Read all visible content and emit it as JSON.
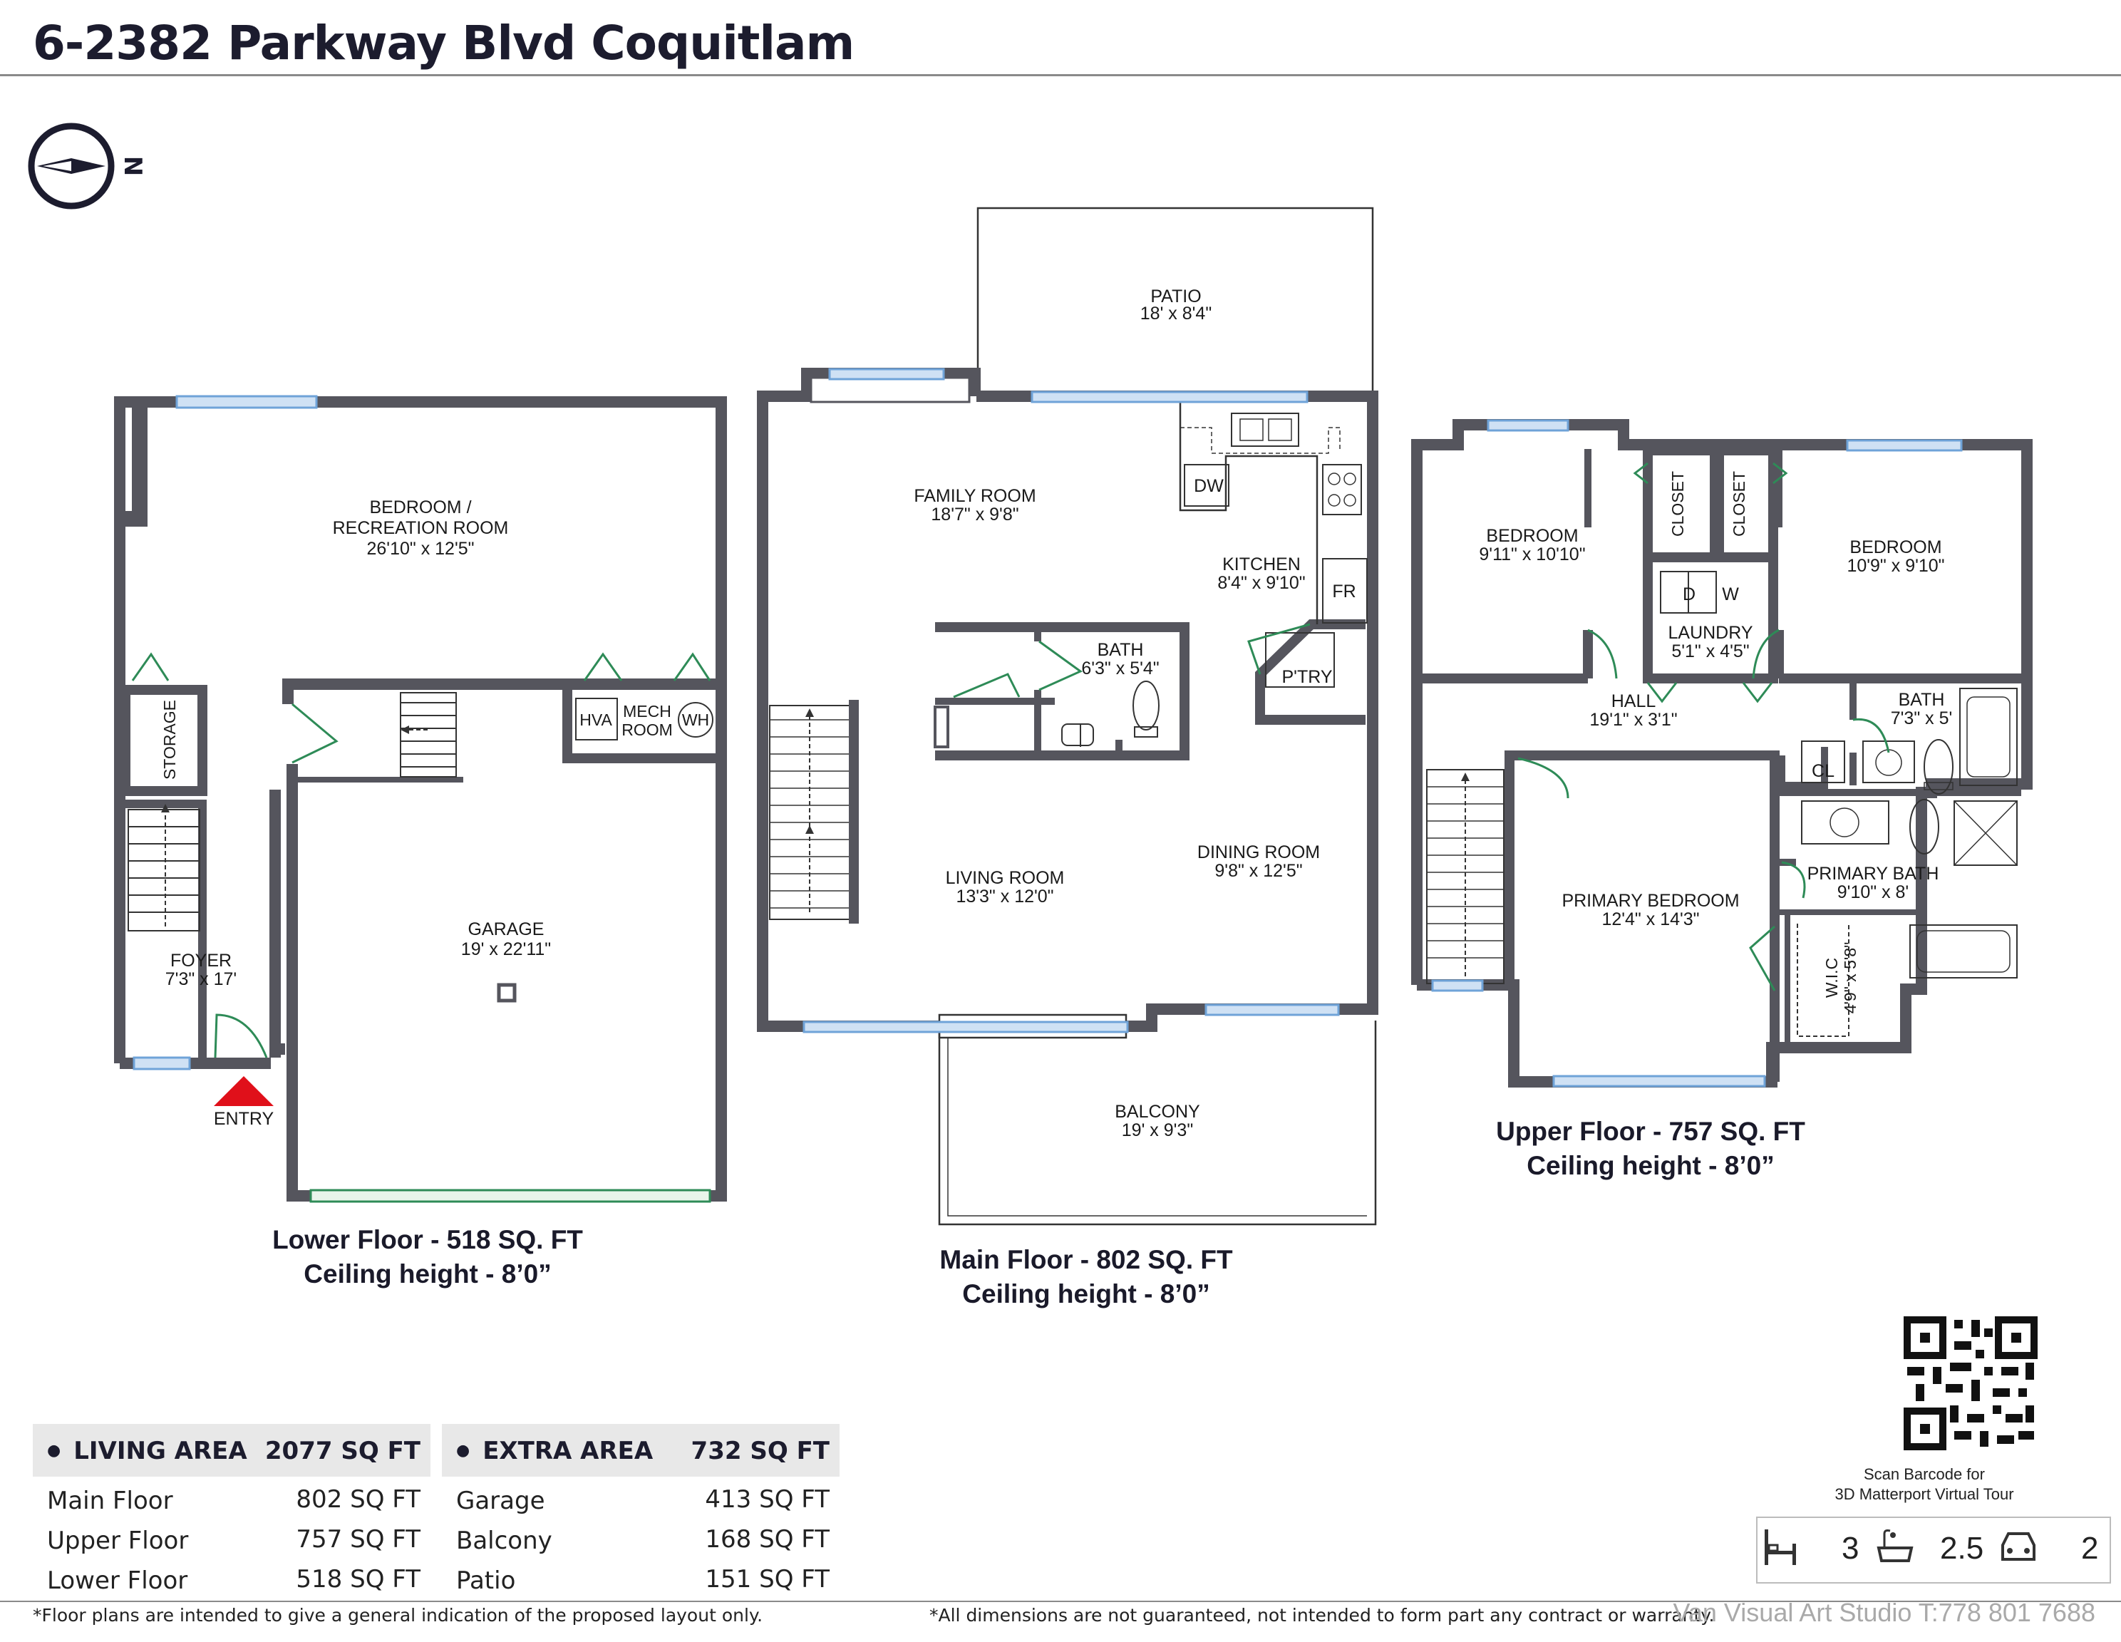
{
  "header": {
    "title": "6-2382 Parkway Blvd Coquitlam"
  },
  "compass": {
    "label": "N"
  },
  "lower_floor": {
    "caption_line1": "Lower Floor - 518 SQ. FT",
    "caption_line2": "Ceiling height - 8’0”",
    "entry": "ENTRY",
    "rooms": {
      "bedroom_name1": "BEDROOM /",
      "bedroom_name2": "RECREATION ROOM",
      "bedroom_dims": "26'10\" x 12'5\"",
      "storage": "STORAGE",
      "hva": "HVA",
      "mech1": "MECH",
      "mech2": "ROOM",
      "wh": "WH",
      "garage_name": "GARAGE",
      "garage_dims": "19' x 22'11\"",
      "foyer_name": "FOYER",
      "foyer_dims": "7'3\" x 17'"
    }
  },
  "main_floor": {
    "caption_line1": "Main Floor - 802 SQ. FT",
    "caption_line2": "Ceiling height - 8’0”",
    "rooms": {
      "patio_name": "PATIO",
      "patio_dims": "18' x 8'4\"",
      "family_name": "FAMILY ROOM",
      "family_dims": "18'7\" x 9'8\"",
      "dw": "DW",
      "kitchen_name": "KITCHEN",
      "kitchen_dims": "8'4\" x 9'10\"",
      "fr": "FR",
      "bath_name": "BATH",
      "bath_dims": "6'3\" x 5'4\"",
      "pantry": "P'TRY",
      "living_name": "LIVING ROOM",
      "living_dims": "13'3\" x 12'0\"",
      "dining_name": "DINING ROOM",
      "dining_dims": "9'8\" x 12'5\"",
      "balcony_name": "BALCONY",
      "balcony_dims": "19' x 9'3\""
    }
  },
  "upper_floor": {
    "caption_line1": "Upper Floor - 757 SQ. FT",
    "caption_line2": "Ceiling height - 8’0”",
    "rooms": {
      "bed1_name": "BEDROOM",
      "bed1_dims": "9'11\" x 10'10\"",
      "closet": "CLOSET",
      "bed2_name": "BEDROOM",
      "bed2_dims": "10'9\" x 9'10\"",
      "d": "D",
      "w": "W",
      "laundry_name": "LAUNDRY",
      "laundry_dims": "5'1\" x 4'5\"",
      "hall_name": "HALL",
      "hall_dims": "19'1\" x 3'1\"",
      "bath_name": "BATH",
      "bath_dims": "7'3\" x 5'",
      "cl": "CL",
      "primary_name": "PRIMARY BEDROOM",
      "primary_dims": "12'4\" x 14'3\"",
      "pbath_name": "PRIMARY BATH",
      "pbath_dims": "9'10\" x 8'",
      "wic_name": "W.I.C",
      "wic_dims": "4'9\" x 5'8\""
    }
  },
  "living_area": {
    "header_label": "LIVING AREA",
    "header_value": "2077 SQ FT",
    "rows": [
      {
        "label": "Main Floor",
        "value": "802 SQ FT"
      },
      {
        "label": "Upper Floor",
        "value": "757 SQ FT"
      },
      {
        "label": "Lower Floor",
        "value": "518 SQ FT"
      }
    ]
  },
  "extra_area": {
    "header_label": "EXTRA AREA",
    "header_value": "732 SQ FT",
    "rows": [
      {
        "label": "Garage",
        "value": "413 SQ FT"
      },
      {
        "label": "Balcony",
        "value": "168 SQ FT"
      },
      {
        "label": "Patio",
        "value": "151 SQ FT"
      }
    ]
  },
  "qr": {
    "line1": "Scan Barcode for",
    "line2": "3D Matterport Virtual Tour"
  },
  "stats": {
    "beds": "3",
    "baths": "2.5",
    "garage": "2",
    "bed_icon": "bed-icon",
    "bath_icon": "bathtub-icon",
    "car_icon": "car-icon"
  },
  "footer": {
    "left": "*Floor plans are intended to give a general indication of the proposed layout only.",
    "right": "*All dimensions are not guaranteed, not intended to form part any contract or warranty.",
    "brand": "Van Visual Art Studio T:778 801 7688"
  },
  "colors": {
    "wall": "#55555d",
    "window": "#6fa3d8",
    "door": "#2e8b57",
    "entry_marker": "#e0101a",
    "heading": "#1c1c2e"
  }
}
